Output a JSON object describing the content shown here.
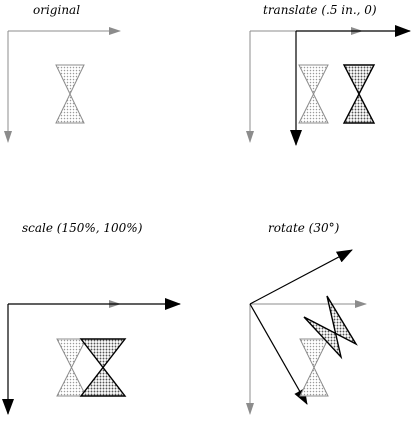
{
  "panels": [
    {
      "id": "original",
      "caption": "original"
    },
    {
      "id": "translate",
      "caption": "translate (.5 in., 0)"
    },
    {
      "id": "scale",
      "caption": "scale (150%, 100%)"
    },
    {
      "id": "rotate",
      "caption": "rotate (30°)"
    }
  ],
  "colors": {
    "original": "#8c8c8c",
    "transformed": "#000000",
    "original_fill": "#dedede",
    "transformed_fill": "#bdbdbd"
  }
}
